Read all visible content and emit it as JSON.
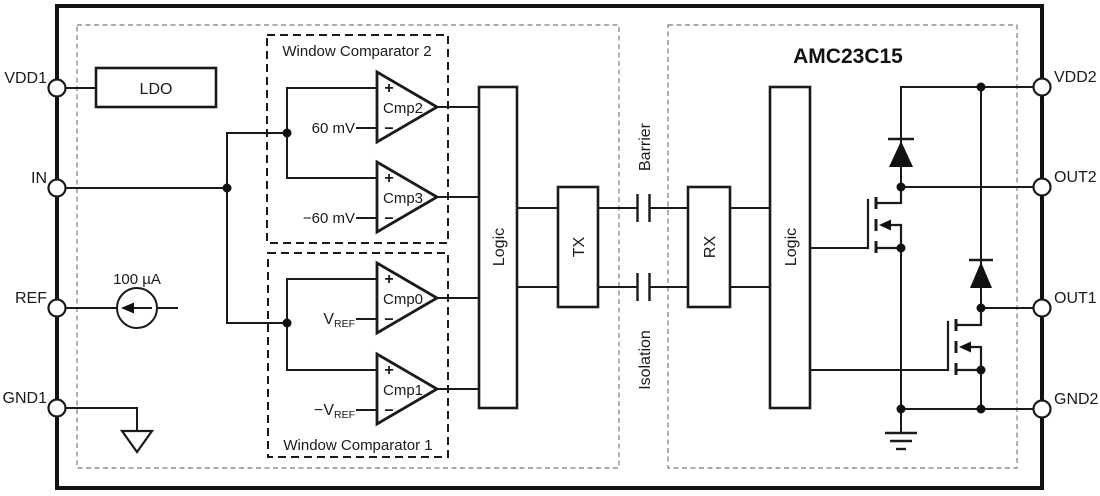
{
  "device": {
    "title": "AMC23C15"
  },
  "pins": {
    "left": [
      "VDD1",
      "IN",
      "REF",
      "GND1"
    ],
    "right": [
      "VDD2",
      "OUT2",
      "OUT1",
      "GND2"
    ]
  },
  "blocks": {
    "ldo": "LDO",
    "logic_left": "Logic",
    "tx": "TX",
    "rx": "RX",
    "logic_right": "Logic"
  },
  "window_comparator_2": {
    "title": "Window Comparator 2",
    "cmp_top": {
      "name": "Cmp2",
      "plus": "+",
      "minus": "−",
      "ref": "60 mV"
    },
    "cmp_bottom": {
      "name": "Cmp3",
      "plus": "+",
      "minus": "−",
      "ref": "−60 mV"
    }
  },
  "window_comparator_1": {
    "title": "Window Comparator 1",
    "cmp_top": {
      "name": "Cmp0",
      "plus": "+",
      "minus": "−",
      "ref_main": "V",
      "ref_sub": "REF"
    },
    "cmp_bottom": {
      "name": "Cmp1",
      "plus": "+",
      "minus": "−",
      "ref_main": "−V",
      "ref_sub": "REF"
    }
  },
  "current_source": {
    "label": "100 µA"
  },
  "isolation": {
    "top_label": "Barrier",
    "bottom_label": "Isolation"
  },
  "icons": [
    "terminal-circle-icon",
    "junction-dot-icon",
    "diode-icon",
    "nmos-transistor-icon",
    "capacitor-icon",
    "ground-icon",
    "current-source-icon",
    "comparator-triangle-icon"
  ],
  "colors": {
    "line": "#1a1a1a",
    "background": "#ffffff",
    "inner_boundary": "#8f8f8f"
  }
}
